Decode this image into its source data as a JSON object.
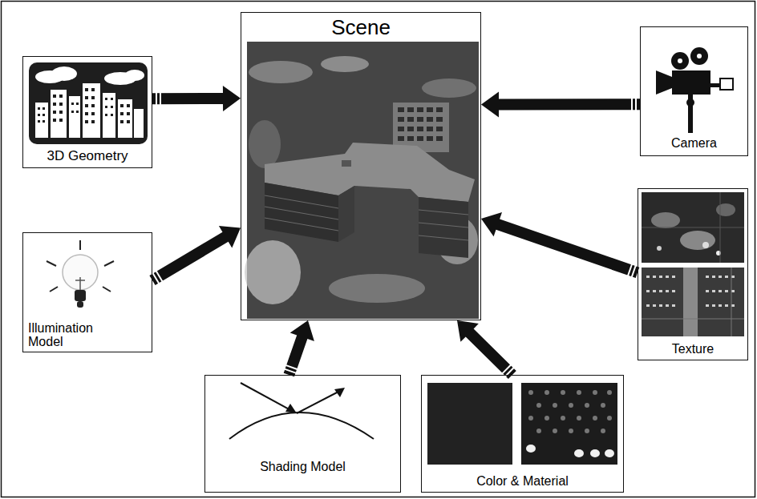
{
  "diagram": {
    "nodes": [
      {
        "text": [
          "3D Geometry"
        ]
      },
      {
        "text": [
          "Scene"
        ]
      },
      {
        "text": [
          "Camera"
        ]
      },
      {
        "text": [
          "Illumination Model"
        ]
      },
      {
        "text": [
          "Texture"
        ]
      },
      {
        "text": [
          "Shading Model"
        ]
      },
      {
        "text": [
          "Color & Material"
        ]
      }
    ],
    "edges": [
      {
        "from": 0,
        "to": 1,
        "arrow": "to"
      },
      {
        "from": 2,
        "to": 1,
        "arrow": "to"
      },
      {
        "from": 3,
        "to": 1,
        "arrow": "to"
      },
      {
        "from": 4,
        "to": 1,
        "arrow": "to"
      },
      {
        "from": 5,
        "to": 1,
        "arrow": "to"
      },
      {
        "from": 6,
        "to": 1,
        "arrow": "to"
      }
    ]
  }
}
